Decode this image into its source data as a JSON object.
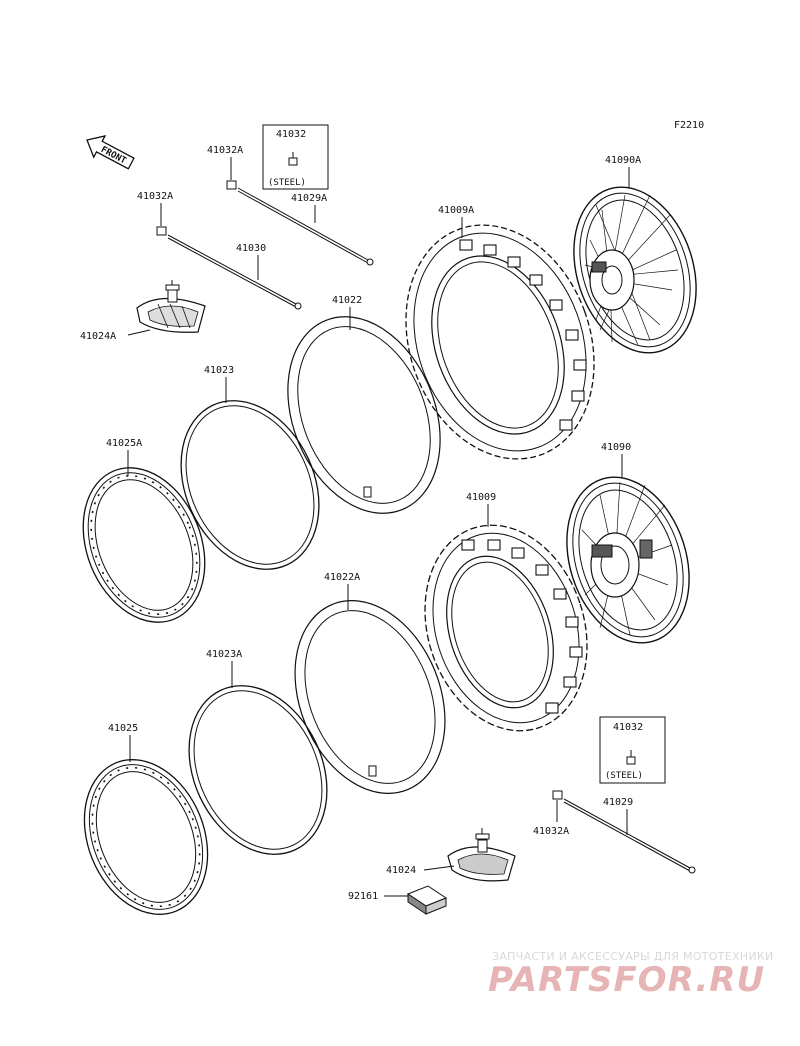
{
  "diagram_code": "F2210",
  "front_label": "FRONT",
  "labels": {
    "p41032a_top": "41032A",
    "p41032_box_top": "41032",
    "steel_top": "(STEEL)",
    "p41029a": "41029A",
    "p41032a_left": "41032A",
    "p41030": "41030",
    "p41024a": "41024A",
    "p41022": "41022",
    "p41023": "41023",
    "p41025a": "41025A",
    "p41009a": "41009A",
    "p41090a": "41090A",
    "p41090": "41090",
    "p41009": "41009",
    "p41022a": "41022A",
    "p41023a": "41023A",
    "p41025": "41025",
    "p41032_box_bottom": "41032",
    "steel_bottom": "(STEEL)",
    "p41029": "41029",
    "p41032a_bottom": "41032A",
    "p41024": "41024",
    "p92161": "92161"
  },
  "watermark": {
    "subtitle": "ЗАПЧАСТИ И АКСЕССУАРЫ ДЛЯ МОТОТЕХНИКИ",
    "logo": "PARTSFOR.RU"
  },
  "colors": {
    "line": "#111111",
    "watermark_logo": "#e6b4b4",
    "watermark_text": "#d8d8d8"
  }
}
